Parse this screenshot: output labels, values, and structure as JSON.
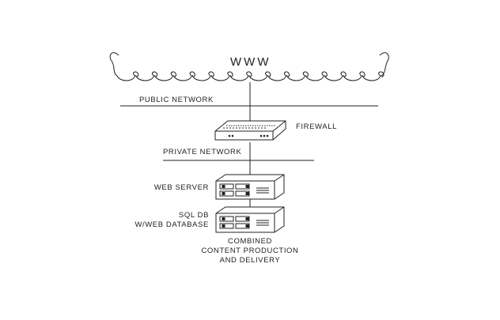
{
  "cloud": {
    "label": "WWW"
  },
  "networks": {
    "public": "PUBLIC NETWORK",
    "private": "PRIVATE NETWORK"
  },
  "devices": {
    "firewall": "FIREWALL",
    "web_server": "WEB SERVER",
    "sql_db_line1": "SQL DB",
    "sql_db_line2": "W/WEB DATABASE"
  },
  "caption": {
    "line1": "COMBINED",
    "line2": "CONTENT PRODUCTION",
    "line3": "AND DELIVERY"
  }
}
